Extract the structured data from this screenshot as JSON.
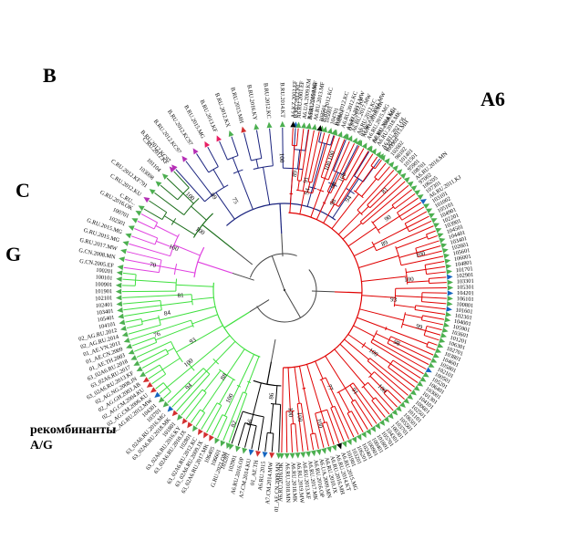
{
  "clade_labels": {
    "B": "B",
    "C": "C",
    "G": "G",
    "A6": "A6",
    "recombinants_line1": "рекомбинанты",
    "recombinants_line2": "A/G"
  },
  "clades": [
    {
      "id": "B",
      "color": "#1a237e",
      "a0": 228,
      "a1": 306,
      "n": 18,
      "labels": [
        "B.RU.2012.KC97",
        "B.RU.2012.KC97",
        "B.RU.2012.KC97",
        "B.RU.2015.MG",
        "B.RU.2013.KF",
        "B.RU.2012.KX",
        "B.RU.2015.MH",
        "B.RU.2016.KY",
        "B.RU.2012.KC",
        "B.RU.2014.KT",
        "B.RU.2012.KC",
        "B.RU.2015.MG",
        "B.RU.2012.KC",
        "B.RU.2012.KC",
        "B.RU.2012.KF",
        "07.BC.CN.2011.MW",
        "BC.RU.2008.MH",
        "B.RU.2015.MH"
      ],
      "markers": [
        "#b52fb5",
        "#b52fb5",
        "#b52fb5",
        "#e91e63",
        "#e91e63",
        "#4caf50",
        "#d32f2f",
        "#4caf50",
        "#4caf50",
        "#4caf50",
        "#1565c0",
        "#4caf50",
        "#4caf50",
        "#4caf50",
        "#4caf50",
        "#4caf50",
        "#4caf50",
        "#4caf50"
      ]
    },
    {
      "id": "C",
      "color": "#1b6e1b",
      "a0": 210,
      "a1": 227,
      "n": 6,
      "labels": [
        "C.RU...",
        "C.RU.2012.KU",
        "C.RU.2012.KF791",
        "103008",
        "101104",
        "C.RU.2012.KF"
      ],
      "markers": [
        "#4caf50",
        "#b52fb5",
        "#4caf50",
        "#4caf50",
        "#4caf50",
        "#b52fb5"
      ]
    },
    {
      "id": "G",
      "color": "#e040e0",
      "a0": 188,
      "a1": 208,
      "n": 8,
      "labels": [
        "G.CN.2005.EF",
        "G.CN.2008.MN",
        "G.RU.2017.MW",
        "G.RU.2015.MG",
        "G.RU.2015.MG",
        "102501",
        "100701",
        "G.RU.2016.OK"
      ],
      "markers": [
        "#4caf50",
        "#4caf50",
        "#4caf50",
        "#4caf50",
        "#4caf50",
        "#4caf50",
        "#4caf50",
        "#4caf50"
      ]
    },
    {
      "id": "AG",
      "color": "#3ee03e",
      "a0": 110,
      "a1": 186,
      "n": 36,
      "labels": [
        "G.RU.2021.OM",
        "106601",
        "106405",
        "63_02A6.RU.2017.MK",
        "63_02A6.RU.2009.JX",
        "63_02A6.RU.2012.KC",
        "102801",
        "63_02A6.RU.2010.JX",
        "63_02A6.RU.2016.KY",
        "101801",
        "63_02A6.RU.2018.MK",
        "63_02A6.RU.2016.MG",
        "103701",
        "104301",
        "02_AG.RU.2012.MW",
        "02_AG.CM.2006.KU",
        "02_AG.CM.2004.KU",
        "02_AG.GH.2003.AB",
        "02_AG.NG.2008.JN",
        "63_02A6.RU.2013.KF",
        "63_02A6.RU.2017",
        "63_02A6.RU.2018",
        "01_AE.TH.2003",
        "01_AE.CN.2009",
        "01_AE.VN.2011",
        "02_AG.RU.2014",
        "02_AG.RU.2012",
        "104101",
        "105401",
        "103401",
        "102401",
        "102101",
        "101901",
        "100901",
        "100101",
        "100201"
      ],
      "markers": [
        "#4caf50",
        "#4caf50",
        "#4caf50",
        "#d32f2f",
        "#d32f2f",
        "#d32f2f",
        "#4caf50",
        "#d32f2f",
        "#d32f2f",
        "#4caf50",
        "#d32f2f",
        "#1565c0",
        "#4caf50",
        "#4caf50",
        "#1565c0",
        "#d32f2f",
        "#d32f2f",
        "#d32f2f",
        "#4caf50",
        "#4caf50",
        "#4caf50",
        "#4caf50",
        "#4caf50",
        "#4caf50",
        "#4caf50",
        "#4caf50",
        "#4caf50",
        "#4caf50",
        "#4caf50",
        "#4caf50",
        "#4caf50",
        "#4caf50",
        "#4caf50",
        "#4caf50",
        "#4caf50",
        "#4caf50"
      ]
    },
    {
      "id": "AE",
      "color": "#000000",
      "a0": 92,
      "a1": 109,
      "n": 8,
      "labels": [
        "01_AE.CN.2009.MN",
        "A7.CM.2014.MW",
        "A6.RU.2015",
        "01_AE.TH",
        "A7.CM.2014.KU",
        "A6.RU.2016.OP",
        "102901",
        "103201"
      ],
      "markers": [
        "#4caf50",
        "#d32f2f",
        "#1565c0",
        "#d32f2f",
        "#1565c0",
        "#4caf50",
        "#4caf50",
        "#4caf50"
      ]
    },
    {
      "id": "A6",
      "color": "#e00000",
      "a0": -87,
      "a1": 91,
      "n": 96,
      "labels": [
        "A6.KZ.2002.EF",
        "A6.RU.2001.EF",
        "A6.UA.2009.KM",
        "A6.RU.2008.MF",
        "A6.RU.2013.MF",
        "103501",
        "105001",
        "104701",
        "102001",
        "A6.RU.2012.KC",
        "A6.RU.2017.MW",
        "A6.RU.2017.MW",
        "A6.RU.2012.KC",
        "A6.RU.2018.MK",
        "A6.RU.2015.MG",
        "A6.RU.2014.KC",
        "A6.RU.2018.MK",
        "A6.RU.2021.OL",
        "103902",
        "102602",
        "98102",
        "101401",
        "101501",
        "95901",
        "108701",
        "A6.RU.2016.MN",
        "97002",
        "106205",
        "107301",
        "A6.RU.2011.KJ",
        "103101",
        "101002",
        "105101",
        "104901",
        "102201",
        "103901",
        "104501",
        "104401",
        "103401",
        "102601",
        "105601",
        "106001",
        "104801",
        "101701",
        "102901",
        "103301",
        "105301",
        "104201",
        "106101",
        "100801",
        "101601",
        "102301",
        "104001",
        "105901",
        "103601",
        "101201",
        "106301",
        "102701",
        "103801",
        "104601",
        "105801",
        "102101",
        "100501",
        "105201",
        "106401",
        "103001",
        "101301",
        "104101",
        "100601",
        "102501",
        "101101",
        "106501",
        "105501",
        "103701",
        "100301",
        "104301",
        "105701",
        "101801",
        "100401",
        "100901",
        "102401",
        "106201",
        "103201",
        "101901",
        "A6.RU.2015.MG",
        "A6.RU.2014.KT",
        "A6.RU.2016.MH",
        "A6.RU.2010.JX",
        "A6.UA.2009.MN",
        "A6.RU.2016.OP",
        "A6.RU.2017.MK",
        "A6.RU.2013.KF",
        "A6.RU.2019.MW",
        "A6.RU.2018.MK",
        "A6.RU.2018.MN",
        "A6.RU.2016.OK"
      ],
      "markers": [
        "#000000",
        "#4caf50",
        "#4caf50",
        "#4caf50",
        "#4caf50",
        "#000000",
        "#4caf50",
        "#4caf50",
        "#4caf50",
        "#4caf50",
        "#4caf50",
        "#4caf50",
        "#4caf50",
        "#4caf50",
        "#4caf50",
        "#4caf50",
        "#4caf50",
        "#4caf50",
        "#4caf50",
        "#4caf50",
        "#4caf50",
        "#4caf50",
        "#4caf50",
        "#4caf50",
        "#4caf50",
        "#4caf50",
        "#4caf50",
        "#4caf50",
        "#4caf50",
        "#1565c0",
        "#4caf50",
        "#4caf50",
        "#4caf50",
        "#4caf50",
        "#4caf50",
        "#4caf50",
        "#4caf50",
        "#4caf50",
        "#4caf50",
        "#4caf50",
        "#4caf50",
        "#4caf50",
        "#4caf50",
        "#4caf50",
        "#1565c0",
        "#4caf50",
        "#4caf50",
        "#1565c0",
        "#4caf50",
        "#4caf50",
        "#1565c0",
        "#4caf50",
        "#4caf50",
        "#4caf50",
        "#4caf50",
        "#4caf50",
        "#4caf50",
        "#4caf50",
        "#4caf50",
        "#4caf50",
        "#4caf50",
        "#4caf50",
        "#1565c0",
        "#4caf50",
        "#4caf50",
        "#4caf50",
        "#4caf50",
        "#4caf50",
        "#4caf50",
        "#4caf50",
        "#4caf50",
        "#4caf50",
        "#4caf50",
        "#4caf50",
        "#4caf50",
        "#4caf50",
        "#4caf50",
        "#4caf50",
        "#4caf50",
        "#4caf50",
        "#4caf50",
        "#4caf50",
        "#4caf50",
        "#4caf50",
        "#000000",
        "#4caf50",
        "#4caf50",
        "#4caf50",
        "#4caf50",
        "#4caf50",
        "#4caf50",
        "#4caf50",
        "#4caf50",
        "#4caf50",
        "#4caf50",
        "#4caf50"
      ]
    }
  ],
  "bootstrap_labels": [
    "98",
    "98",
    "100",
    "94",
    "89",
    "100",
    "75",
    "99",
    "100",
    "100",
    "100",
    "70",
    "81",
    "84",
    "76",
    "93",
    "100",
    "94",
    "88",
    "100",
    "66",
    "86",
    "100",
    "100",
    "77",
    "91",
    "100",
    "100",
    "98",
    "99",
    "93",
    "100",
    "100",
    "89",
    "90",
    "81",
    "94",
    "100",
    "100",
    "91",
    "100",
    "82"
  ]
}
